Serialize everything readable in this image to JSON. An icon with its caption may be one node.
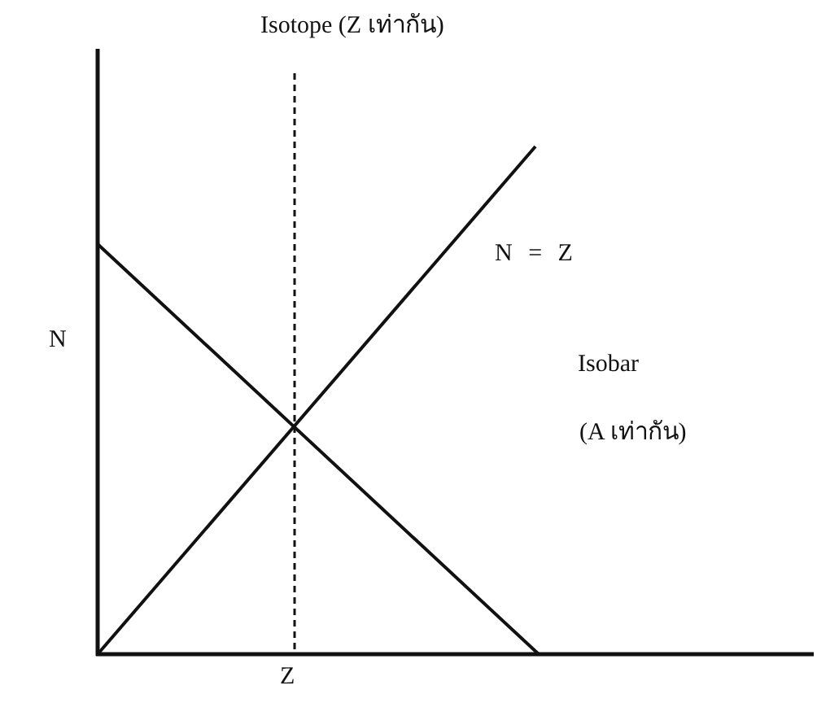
{
  "diagram": {
    "labels": [
      "Isotope (Z เท่ากัน)",
      "N",
      "N = Z",
      "Isobar",
      "(A เท่ากัน)",
      "Z"
    ]
  }
}
